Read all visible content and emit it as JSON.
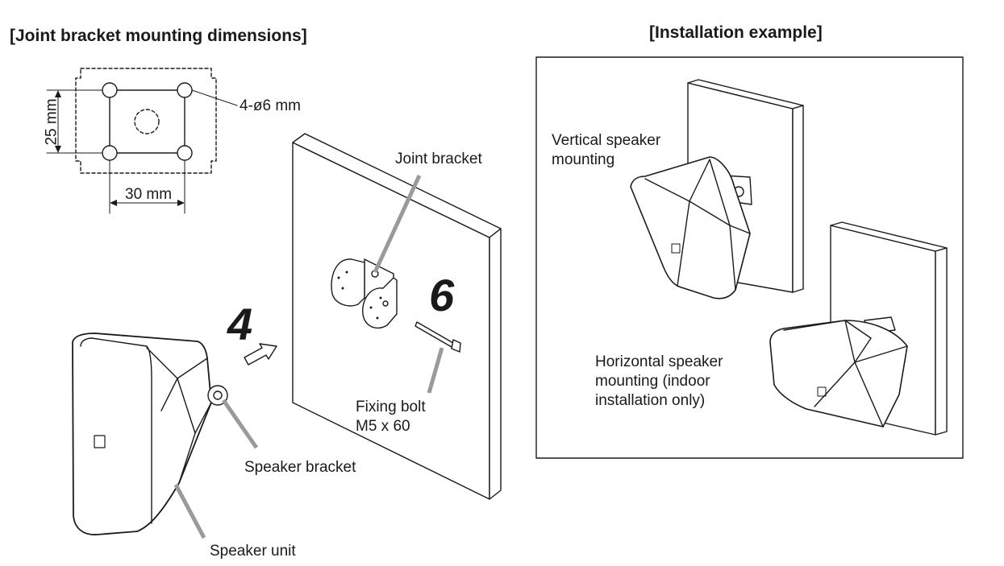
{
  "headings": {
    "left": "[Joint bracket mounting dimensions]",
    "right": "[Installation example]"
  },
  "dimensions": {
    "height": "25 mm",
    "width": "30 mm",
    "holes": "4-ø6 mm"
  },
  "steps": {
    "first": "4",
    "second": "6"
  },
  "labels": {
    "joint_bracket": "Joint bracket",
    "fixing_bolt_line1": "Fixing bolt",
    "fixing_bolt_line2": "M5 x 60",
    "speaker_bracket": "Speaker bracket",
    "speaker_unit": "Speaker unit",
    "vertical_line1": "Vertical speaker",
    "vertical_line2": "mounting",
    "horizontal_line1": "Horizontal speaker",
    "horizontal_line2": "mounting (indoor",
    "horizontal_line3": "installation only)"
  }
}
